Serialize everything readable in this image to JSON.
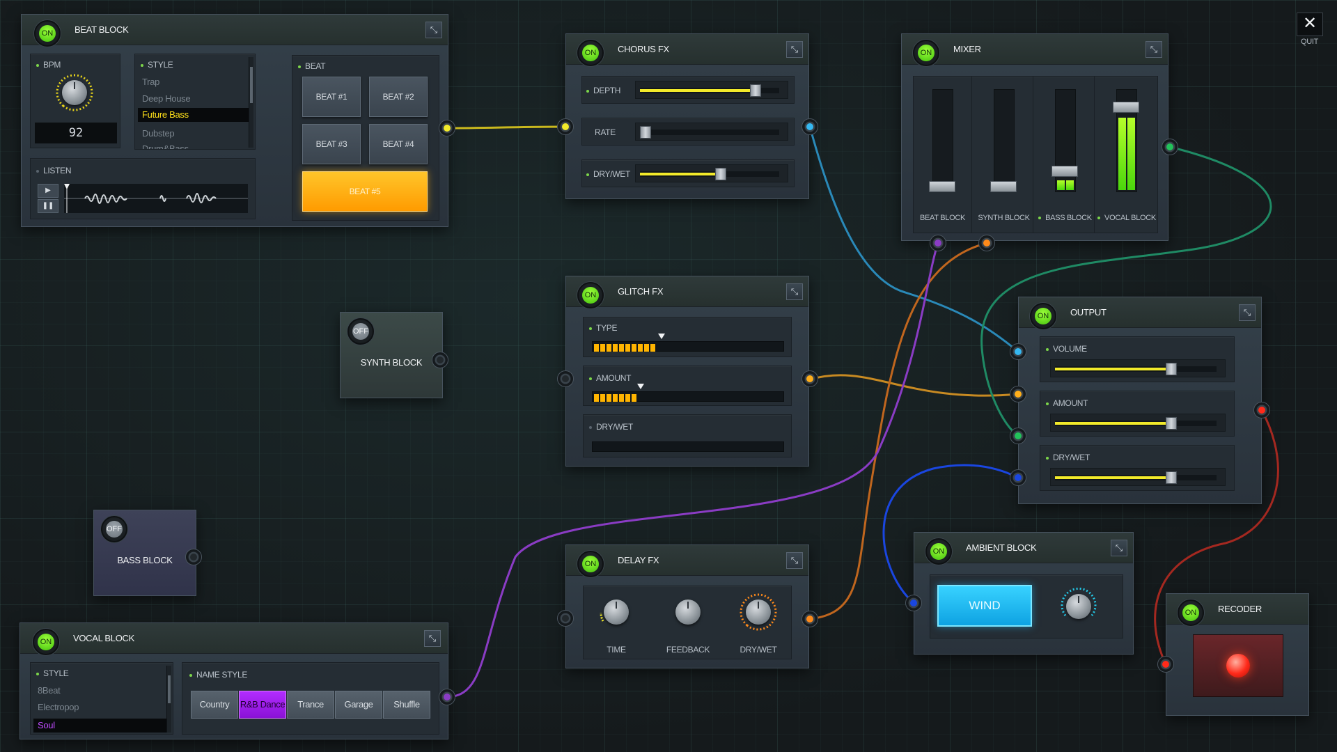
{
  "colors": {
    "accent_yellow": "#f2ea2a",
    "beat_active": "#ffa800",
    "on_green": "#7fe02a",
    "wind_blue": "#18b4ee",
    "record_red": "#ff2a1a",
    "style_purple": "#a020f0"
  },
  "quit": {
    "icon": "close-icon",
    "label": "QUIT"
  },
  "beat_block": {
    "power": "ON",
    "title": "BEAT BLOCK",
    "bpm_label": "BPM",
    "bpm_value": "92",
    "style_label": "STYLE",
    "styles": [
      "Trap",
      "Deep House",
      "Future Bass",
      "Dubstep",
      "Drum&Bass"
    ],
    "selected_style": "Future Bass",
    "listen_label": "LISTEN",
    "play_icon": "play-icon",
    "pause_icon": "pause-icon",
    "beat_label": "BEAT",
    "beats": [
      "BEAT #1",
      "BEAT #2",
      "BEAT #3",
      "BEAT #4",
      "BEAT #5"
    ],
    "active_beat": "BEAT #5"
  },
  "chorus_fx": {
    "power": "ON",
    "title": "CHORUS FX",
    "params": [
      {
        "label": "DEPTH",
        "value": 0.83
      },
      {
        "label": "RATE",
        "value": 0.02
      },
      {
        "label": "DRY/WET",
        "value": 0.58
      }
    ]
  },
  "mixer": {
    "power": "ON",
    "title": "MIXER",
    "channels": [
      {
        "label": "BEAT BLOCK",
        "level": 0.0,
        "meter": 0.0
      },
      {
        "label": "SYNTH BLOCK",
        "level": 0.0,
        "meter": 0.0
      },
      {
        "label": "BASS BLOCK",
        "level": 0.14,
        "meter": 0.1
      },
      {
        "label": "VOCAL BLOCK",
        "level": 0.85,
        "meter": 0.72
      }
    ]
  },
  "glitch_fx": {
    "power": "ON",
    "title": "GLITCH FX",
    "type_label": "TYPE",
    "type_value": 0.35,
    "amount_label": "AMOUNT",
    "amount_value": 0.24,
    "drywet_label": "DRY/WET",
    "drywet_value": 0.0
  },
  "synth_block": {
    "power": "OFF",
    "title": "SYNTH BLOCK"
  },
  "bass_block": {
    "power": "OFF",
    "title": "BASS BLOCK"
  },
  "output": {
    "power": "ON",
    "title": "OUTPUT",
    "params": [
      {
        "label": "VOLUME",
        "value": 0.72
      },
      {
        "label": "AMOUNT",
        "value": 0.72
      },
      {
        "label": "DRY/WET",
        "value": 0.72
      }
    ]
  },
  "delay_fx": {
    "power": "ON",
    "title": "DELAY FX",
    "knobs": [
      {
        "label": "TIME",
        "value": 0.15
      },
      {
        "label": "FEEDBACK",
        "value": 0.0
      },
      {
        "label": "DRY/WET",
        "value": 0.9
      }
    ]
  },
  "ambient_block": {
    "power": "ON",
    "title": "AMBIENT BLOCK",
    "wind_label": "WIND",
    "knob_value": 0.6
  },
  "recorder": {
    "power": "ON",
    "title": "RECODER",
    "record_icon": "record-icon"
  },
  "vocal_block": {
    "power": "ON",
    "title": "VOCAL BLOCK",
    "style_label": "STYLE",
    "styles": [
      "8Beat",
      "Electropop",
      "Soul"
    ],
    "selected_style": "Soul",
    "name_style_label": "NAME STYLE",
    "name_styles": [
      "Country",
      "R&B Dance",
      "Trance",
      "Garage",
      "Shuffle"
    ],
    "active_name_style": "R&B Dance"
  }
}
